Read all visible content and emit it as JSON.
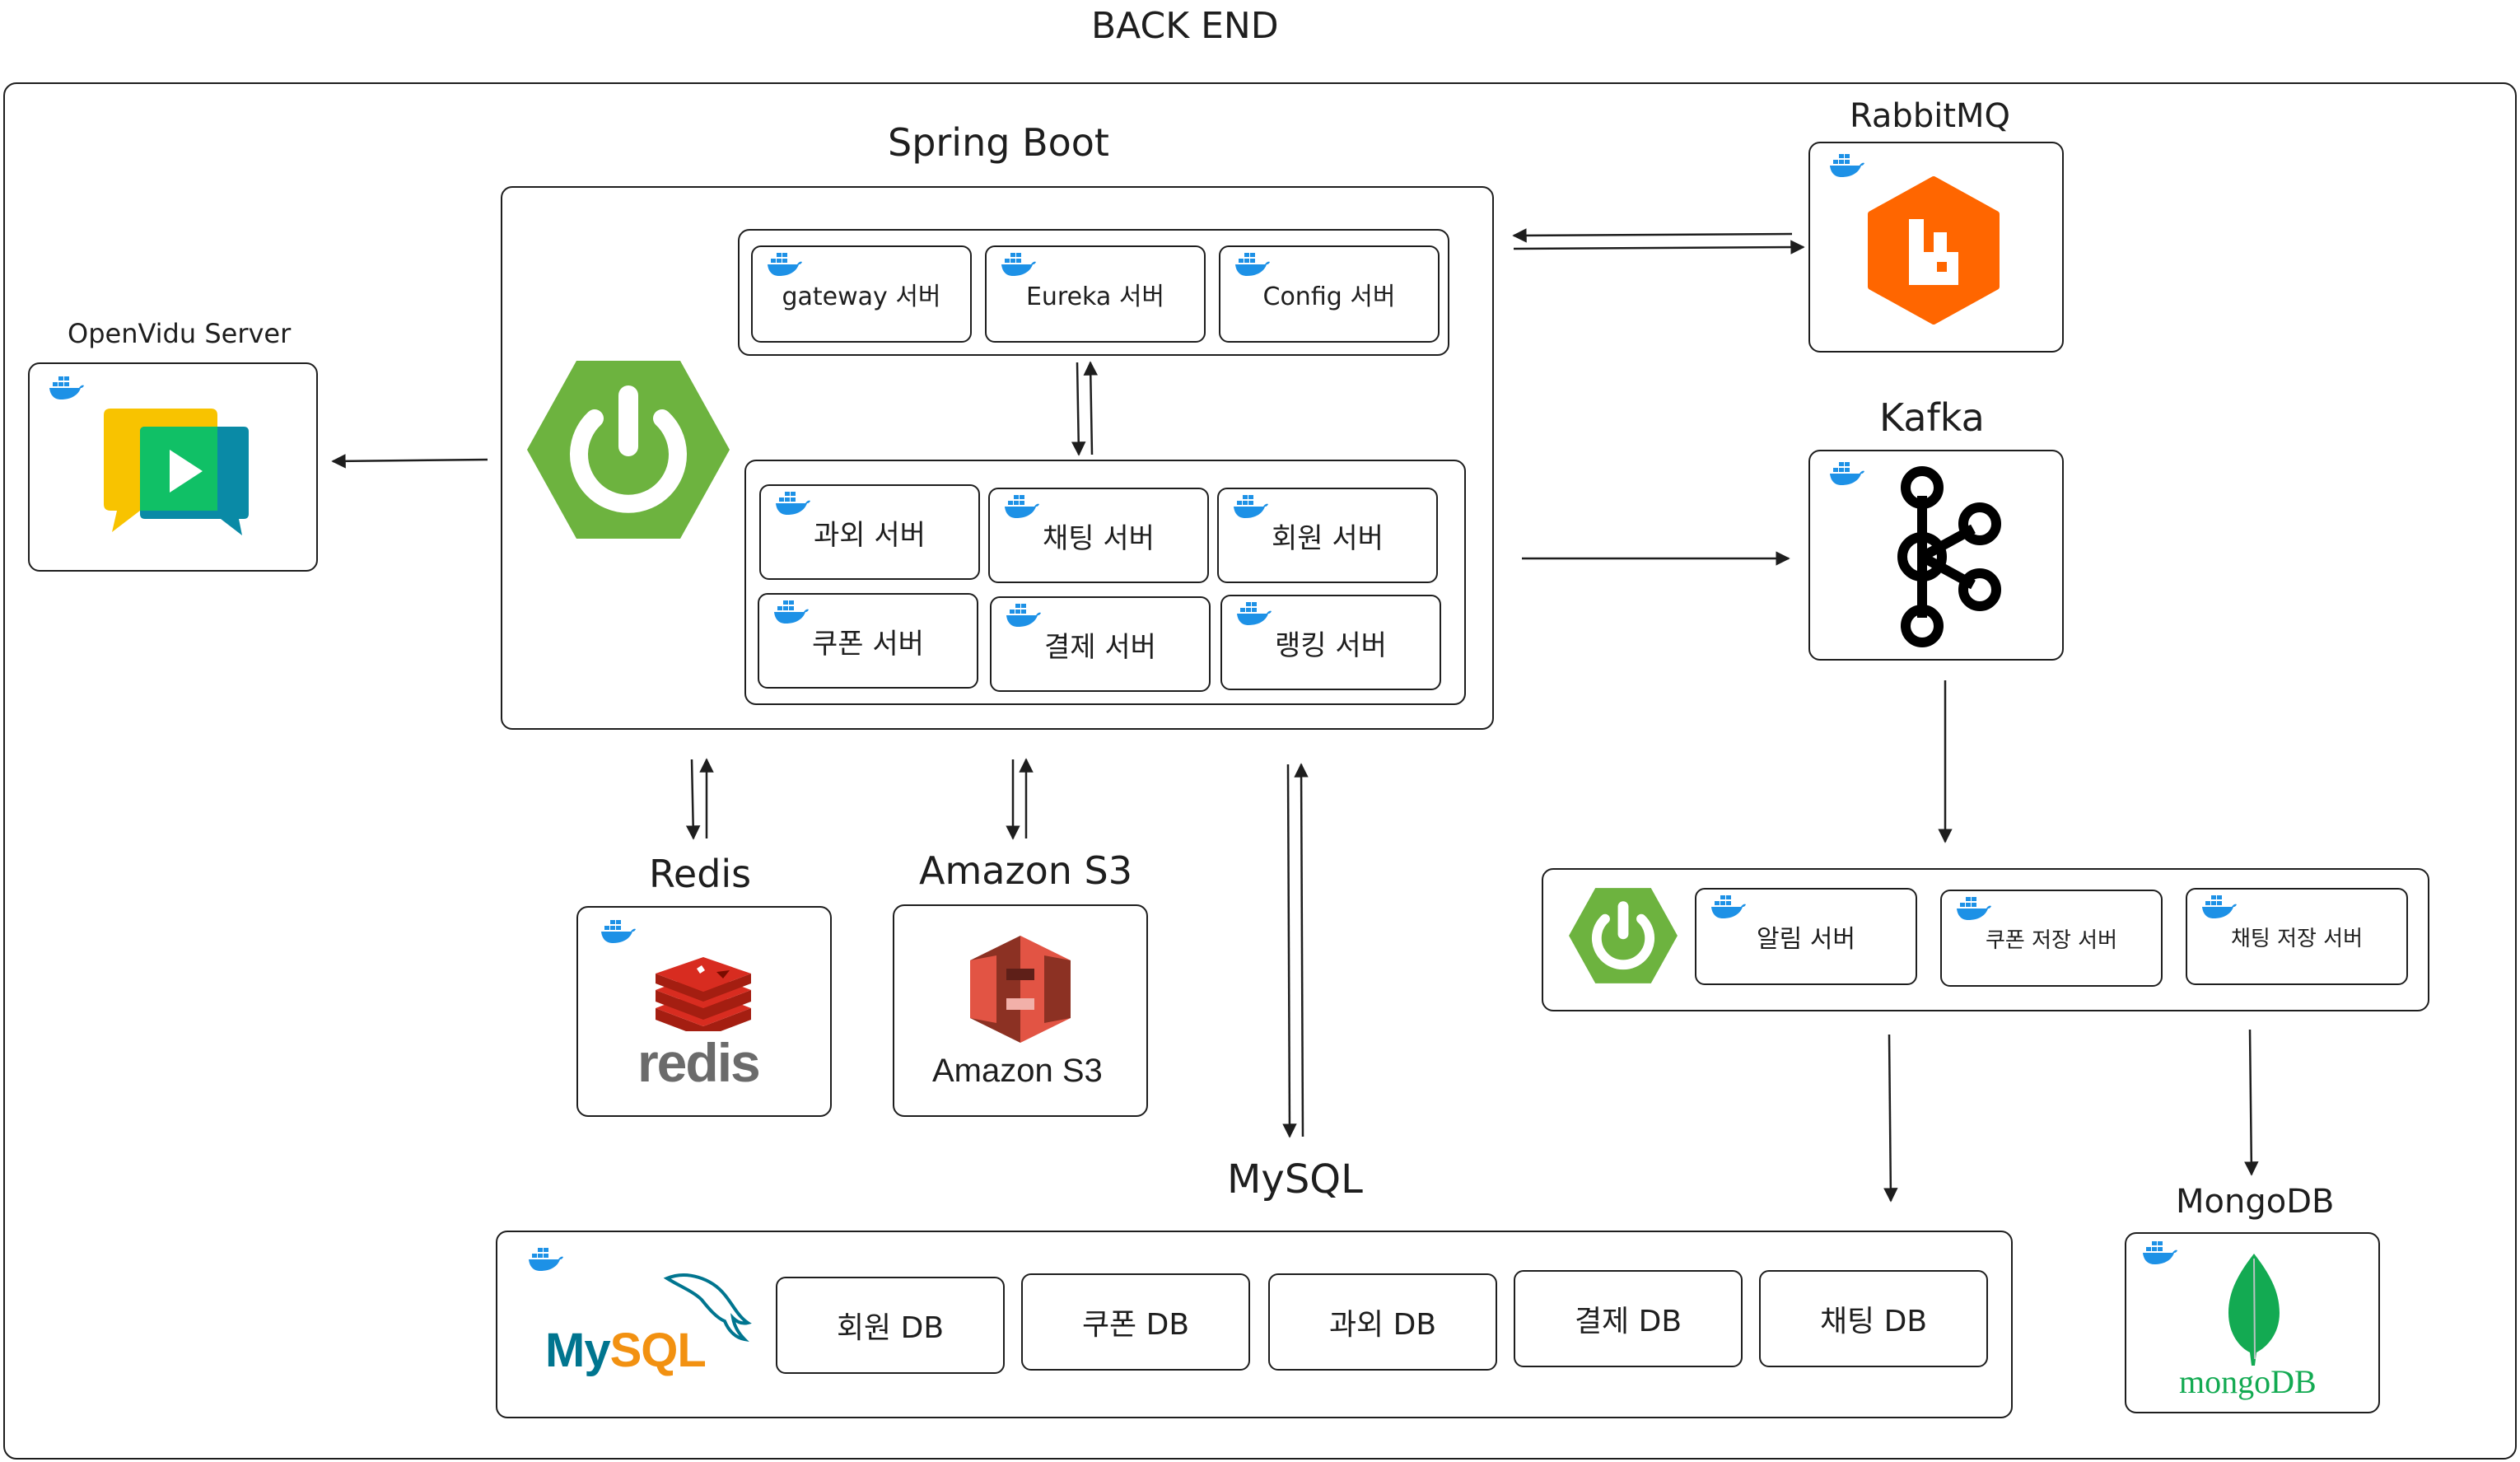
{
  "title": "BACK END",
  "colors": {
    "spring": "#6db33f",
    "rabbitmq": "#ff6600",
    "redis": "#d82c20",
    "s3": "#e25444",
    "mysql_blue": "#00758f",
    "mysql_orange": "#f29111",
    "mongo": "#13aa52",
    "docker": "#1d91e6",
    "stroke": "#1e1e1e"
  },
  "spring_boot": {
    "label": "Spring Boot",
    "icon": "spring-power-icon",
    "infra_services": [
      "gateway 서버",
      "Eureka 서버",
      "Config 서버"
    ],
    "domain_services": [
      "과외 서버",
      "채팅 서버",
      "회원 서버",
      "쿠폰 서버",
      "결제 서버",
      "랭킹 서버"
    ]
  },
  "openvidu": {
    "label": "OpenVidu Server",
    "icon": "openvidu-chat-icon"
  },
  "rabbitmq": {
    "label": "RabbitMQ",
    "icon": "rabbitmq-icon"
  },
  "kafka": {
    "label": "Kafka",
    "icon": "kafka-icon"
  },
  "redis": {
    "label": "Redis",
    "logo_text": "redis"
  },
  "s3": {
    "label": "Amazon S3",
    "logo_text": "Amazon S3"
  },
  "mysql": {
    "label": "MySQL",
    "logo_text": "MySQL",
    "databases": [
      "회원 DB",
      "쿠폰 DB",
      "과외 DB",
      "결제 DB",
      "채팅 DB"
    ]
  },
  "consumer_group": {
    "icon": "spring-power-icon",
    "services": [
      "알림 서버",
      "쿠폰 저장 서버",
      "채팅 저장 서버"
    ]
  },
  "mongodb": {
    "label": "MongoDB",
    "logo_text": "mongoDB"
  }
}
